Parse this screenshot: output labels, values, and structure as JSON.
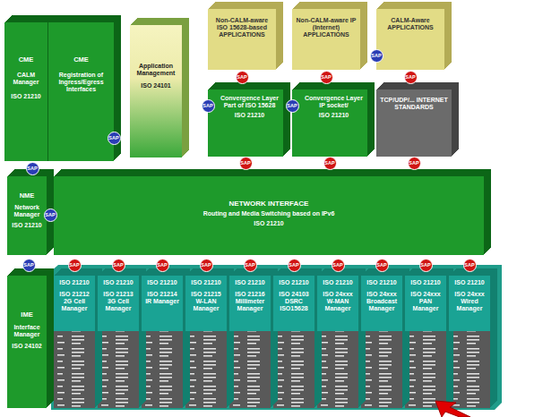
{
  "diagram": {
    "nodes": [
      {
        "text": [
          "CME",
          "CALM Manager",
          "ISO 21210"
        ]
      },
      {
        "text": [
          "CME",
          "Registration of Ingress/Egress Interfaces"
        ]
      },
      {
        "text": [
          "Application Management",
          "ISO 24101"
        ]
      },
      {
        "text": [
          "Non-CALM-aware ISO 15628-based APPLICATIONS"
        ]
      },
      {
        "text": [
          "Non-CALM-aware IP (Internet) APPLICATIONS"
        ]
      },
      {
        "text": [
          "CALM-Aware APPLICATIONS"
        ]
      },
      {
        "text": [
          "Convergence Layer Part of ISO 15628",
          "ISO 21210"
        ]
      },
      {
        "text": [
          "Convergence Layer IP socket/",
          "ISO 21210"
        ]
      },
      {
        "text": [
          "TCP/UDP/... INTERNET STANDARDS"
        ]
      },
      {
        "text": [
          "NME",
          "Network Manager",
          "ISO 21210"
        ]
      },
      {
        "text": [
          "NETWORK INTERFACE",
          "Routing and Media Switching based on IPv6",
          "ISO 21210"
        ]
      },
      {
        "text": [
          "IME",
          "Interface Manager",
          "ISO 24102"
        ]
      },
      {
        "text": [
          "ISO 21210",
          "ISO 21212 2G Cell Manager"
        ]
      },
      {
        "text": [
          "ISO 21210",
          "ISO 21213 3G Cell Manager"
        ]
      },
      {
        "text": [
          "ISO 21210",
          "ISO 21214 IR Manager"
        ]
      },
      {
        "text": [
          "ISO 21210",
          "ISO 21215 W-LAN Manager"
        ]
      },
      {
        "text": [
          "ISO 21210",
          "ISO 21216 Millimeter Manager"
        ]
      },
      {
        "text": [
          "ISO 21210",
          "ISO 24103 DSRC ISO15628"
        ]
      },
      {
        "text": [
          "ISO 21210",
          "ISO 24xxx W-MAN Manager"
        ]
      },
      {
        "text": [
          "ISO 21210",
          "ISO 24xxx Broadcast Manager"
        ]
      },
      {
        "text": [
          "ISO 21210",
          "ISO 24xxx PAN Manager"
        ]
      },
      {
        "text": [
          "ISO 21210",
          "ISO 24xxx Wired Manager"
        ]
      }
    ],
    "labels": [
      "SAP",
      "SAP",
      "SAP",
      "SAP",
      "SAP",
      "SAP",
      "SAP",
      "SAP",
      "SAP",
      "SAP",
      "SAP",
      "SAP",
      "SAP",
      "SAP",
      "SAP",
      "SAP",
      "SAP",
      "SAP",
      "SAP",
      "SAP",
      "SAP",
      "SAP",
      "SAP"
    ]
  }
}
